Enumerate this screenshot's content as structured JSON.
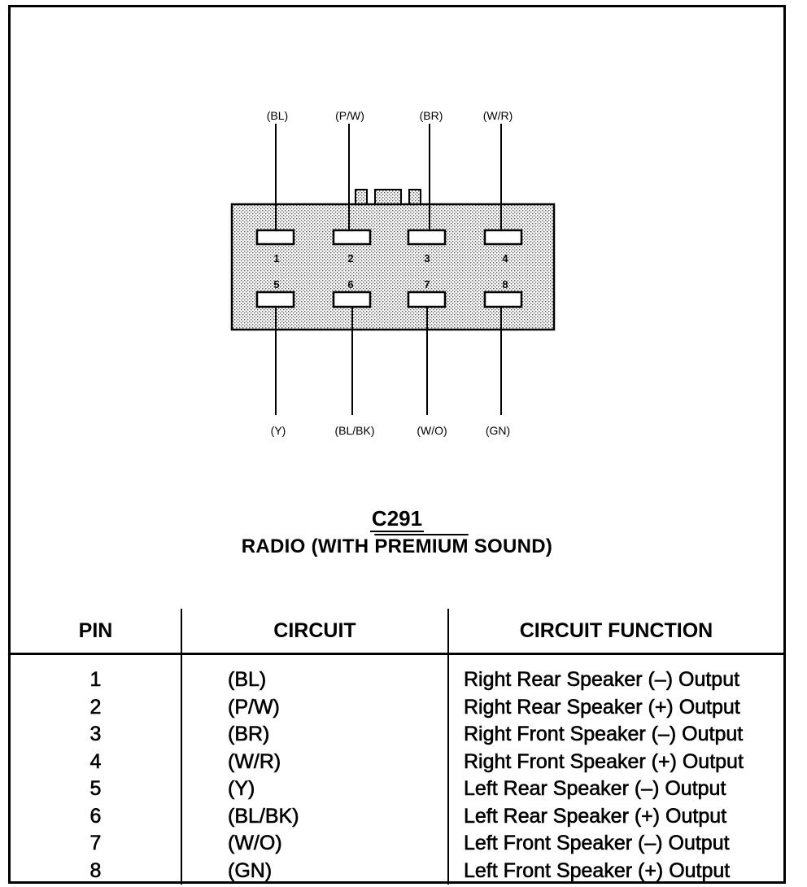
{
  "connector": {
    "id": "C291",
    "name_prefix": "RADIO (WITH ",
    "name_overlined": "PREMIUM",
    "name_suffix": " SOUND)",
    "top_wires": [
      "(BL)",
      "(P/W)",
      "(BR)",
      "(W/R)"
    ],
    "bottom_wires": [
      "(Y)",
      "(BL/BK)",
      "(W/O)",
      "(GN)"
    ],
    "top_pin_numbers": [
      "1",
      "2",
      "3",
      "4"
    ],
    "bottom_pin_numbers": [
      "5",
      "6",
      "7",
      "8"
    ]
  },
  "table": {
    "headers": [
      "PIN",
      "CIRCUIT",
      "CIRCUIT FUNCTION"
    ],
    "rows": [
      {
        "pin": "1",
        "circuit": "(BL)",
        "function": "Right Rear Speaker (–) Output"
      },
      {
        "pin": "2",
        "circuit": "(P/W)",
        "function": "Right Rear Speaker (+) Output"
      },
      {
        "pin": "3",
        "circuit": "(BR)",
        "function": "Right Front Speaker (–) Output"
      },
      {
        "pin": "4",
        "circuit": "(W/R)",
        "function": "Right Front Speaker (+) Output"
      },
      {
        "pin": "5",
        "circuit": "(Y)",
        "function": "Left Rear Speaker (–) Output"
      },
      {
        "pin": "6",
        "circuit": "(BL/BK)",
        "function": "Left Rear Speaker (+) Output"
      },
      {
        "pin": "7",
        "circuit": "(W/O)",
        "function": "Left Front Speaker (–) Output"
      },
      {
        "pin": "8",
        "circuit": "(GN)",
        "function": "Left Front Speaker (+) Output"
      }
    ]
  }
}
